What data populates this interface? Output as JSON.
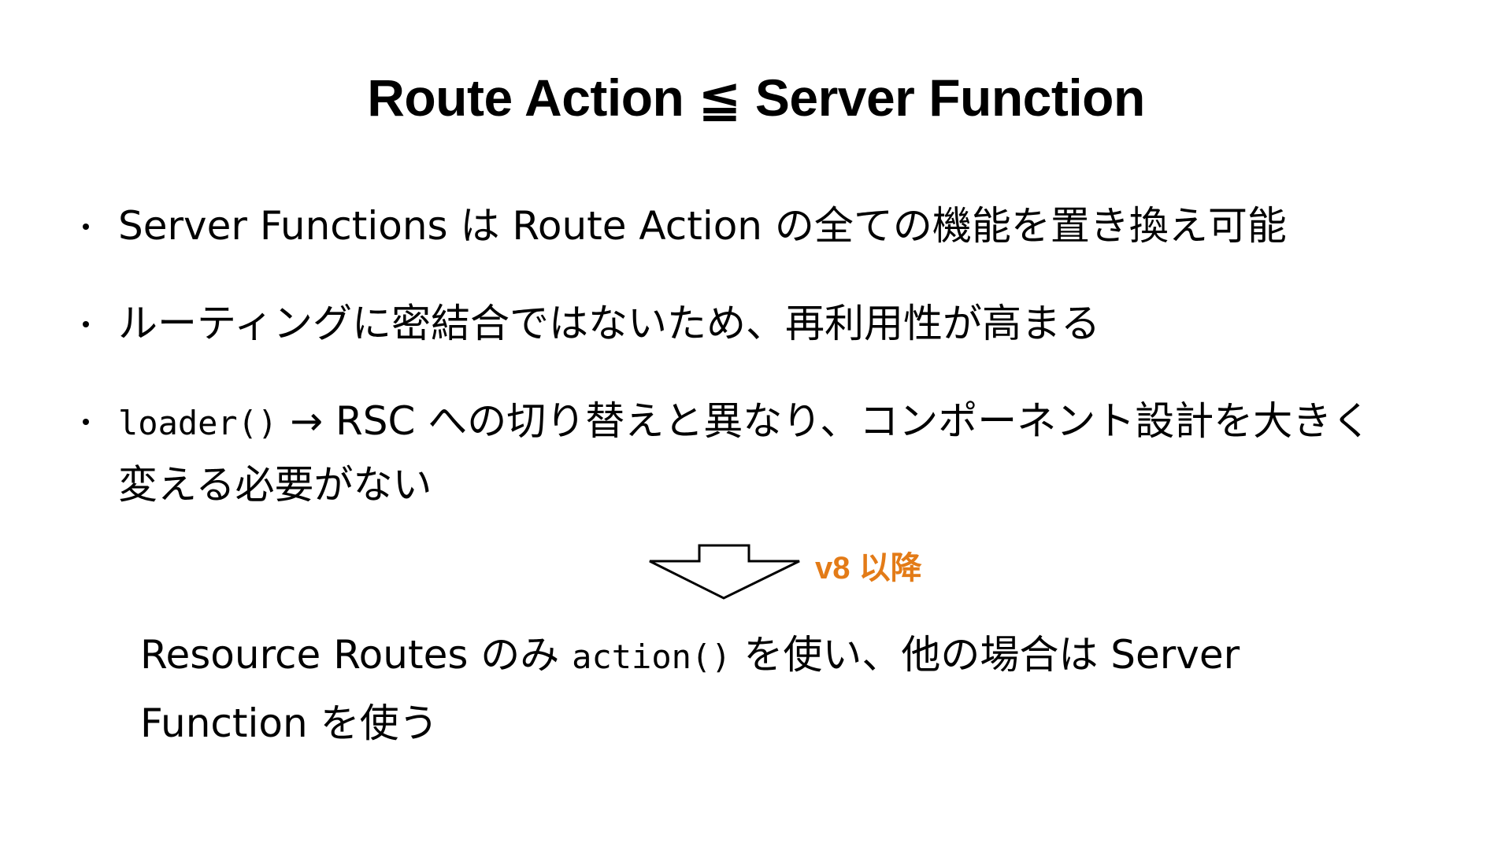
{
  "slide": {
    "title": "Route Action ≦ Server Function",
    "bullets": [
      {
        "text": "Server Functions は Route Action の全ての機能を置き換え可能"
      },
      {
        "text": "ルーティングに密結合ではないため、再利用性が高まる"
      },
      {
        "code": "loader()",
        "text": " → RSC への切り替えと異なり、コンポーネント設計を大きく変える必要がない"
      }
    ],
    "arrow_label": "v8 以降",
    "conclusion": {
      "before": "Resource Routes のみ ",
      "code": "action()",
      "after": " を使い、他の場合は Server Function を使う"
    }
  },
  "colors": {
    "text": "#000000",
    "accent": "#e37b17",
    "background": "#ffffff"
  },
  "icons": {
    "arrow": "down-arrow-outline-icon"
  }
}
